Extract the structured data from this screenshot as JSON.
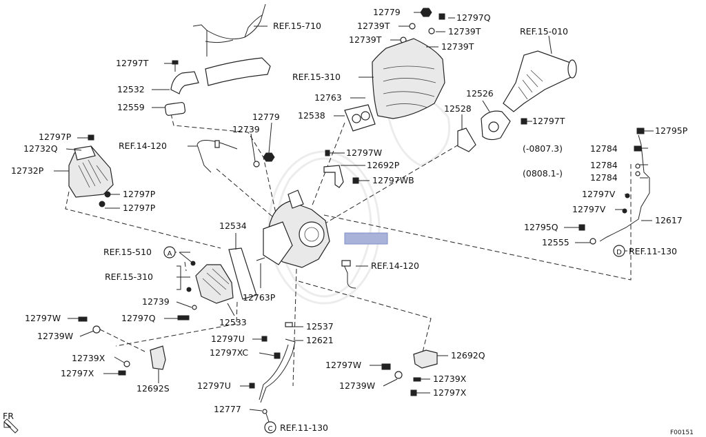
{
  "callouts": [
    {
      "id": "12779_top",
      "text": "12779"
    },
    {
      "id": "12797Q",
      "text": "12797Q"
    },
    {
      "id": "12739T_a",
      "text": "12739T"
    },
    {
      "id": "12739T_b",
      "text": "12739T"
    },
    {
      "id": "12739T_c",
      "text": "12739T"
    },
    {
      "id": "12739T_d",
      "text": "12739T"
    },
    {
      "id": "ref_15_710",
      "text": "REF.15-710"
    },
    {
      "id": "ref_15_010",
      "text": "REF.15-010"
    },
    {
      "id": "12797T_left",
      "text": "12797T"
    },
    {
      "id": "12532",
      "text": "12532"
    },
    {
      "id": "ref_15_310_top",
      "text": "REF.15-310"
    },
    {
      "id": "12763",
      "text": "12763"
    },
    {
      "id": "12526",
      "text": "12526"
    },
    {
      "id": "12559",
      "text": "12559"
    },
    {
      "id": "12538",
      "text": "12538"
    },
    {
      "id": "12528",
      "text": "12528"
    },
    {
      "id": "12779_mid",
      "text": "12779"
    },
    {
      "id": "12739_mid",
      "text": "12739"
    },
    {
      "id": "12797T_right",
      "text": "12797T"
    },
    {
      "id": "12797P_top",
      "text": "12797P"
    },
    {
      "id": "12795P",
      "text": "12795P"
    },
    {
      "id": "12732Q",
      "text": "12732Q"
    },
    {
      "id": "ref_14_120_top",
      "text": "REF.14-120"
    },
    {
      "id": "range_0807",
      "text": "(-0807.3)"
    },
    {
      "id": "12784_a",
      "text": "12784"
    },
    {
      "id": "12797W_top",
      "text": "12797W"
    },
    {
      "id": "12732P",
      "text": "12732P"
    },
    {
      "id": "12692P",
      "text": "12692P"
    },
    {
      "id": "12784_b",
      "text": "12784"
    },
    {
      "id": "range_0808",
      "text": "(0808.1-)"
    },
    {
      "id": "12784_c",
      "text": "12784"
    },
    {
      "id": "12797WB",
      "text": "12797WB"
    },
    {
      "id": "12797P_mid",
      "text": "12797P"
    },
    {
      "id": "12797V_a",
      "text": "12797V"
    },
    {
      "id": "12797P_low",
      "text": "12797P"
    },
    {
      "id": "12797V_b",
      "text": "12797V"
    },
    {
      "id": "12617",
      "text": "12617"
    },
    {
      "id": "12534",
      "text": "12534"
    },
    {
      "id": "12795Q",
      "text": "12795Q"
    },
    {
      "id": "12555",
      "text": "12555"
    },
    {
      "id": "ref_11_130_d",
      "text": "REF.11-130"
    },
    {
      "id": "ref_15_510",
      "text": "REF.15-510"
    },
    {
      "id": "ref_14_120_mid",
      "text": "REF.14-120"
    },
    {
      "id": "ref_15_310_left",
      "text": "REF.15-310"
    },
    {
      "id": "12763P",
      "text": "12763P"
    },
    {
      "id": "12739_low",
      "text": "12739"
    },
    {
      "id": "12797W_left",
      "text": "12797W"
    },
    {
      "id": "12797Q_low",
      "text": "12797Q"
    },
    {
      "id": "12533",
      "text": "12533"
    },
    {
      "id": "12537",
      "text": "12537"
    },
    {
      "id": "12739W_left",
      "text": "12739W"
    },
    {
      "id": "12797U_a",
      "text": "12797U"
    },
    {
      "id": "12621",
      "text": "12621"
    },
    {
      "id": "12797XC",
      "text": "12797XC"
    },
    {
      "id": "12692Q",
      "text": "12692Q"
    },
    {
      "id": "12739X_left",
      "text": "12739X"
    },
    {
      "id": "12797W_low",
      "text": "12797W"
    },
    {
      "id": "12797X_left",
      "text": "12797X"
    },
    {
      "id": "12739X_right",
      "text": "12739X"
    },
    {
      "id": "12692S",
      "text": "12692S"
    },
    {
      "id": "12739W_low",
      "text": "12739W"
    },
    {
      "id": "12797U_b",
      "text": "12797U"
    },
    {
      "id": "12797X_right",
      "text": "12797X"
    },
    {
      "id": "12777",
      "text": "12777"
    },
    {
      "id": "ref_11_130_c",
      "text": "REF.11-130"
    },
    {
      "id": "fr",
      "text": "FR"
    },
    {
      "id": "f00151",
      "text": "F00151"
    }
  ],
  "circle_markers": {
    "a": "A",
    "c": "C",
    "d": "D"
  },
  "highlight_color": "#a9b3da"
}
